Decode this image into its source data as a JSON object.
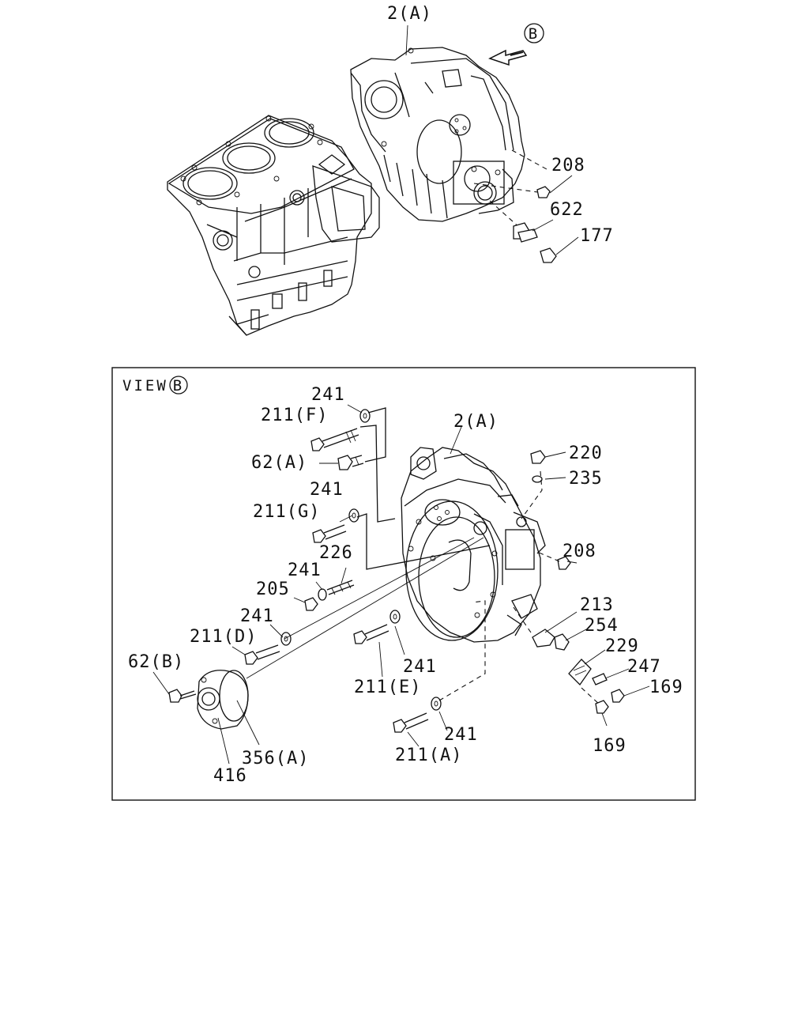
{
  "view_label": "VIEW",
  "view_marker": "B",
  "arrow_marker": "B",
  "top_section": {
    "labels": {
      "housing": "2(A)",
      "p208": "208",
      "p622": "622",
      "p177": "177"
    }
  },
  "view_section": {
    "labels": {
      "housing": "2(A)",
      "p241_a": "241",
      "p211F": "211(F)",
      "p62A": "62(A)",
      "p241_b": "241",
      "p211G": "211(G)",
      "p226": "226",
      "p241_c": "241",
      "p205": "205",
      "p241_d": "241",
      "p211D": "211(D)",
      "p62B": "62(B)",
      "p220": "220",
      "p235": "235",
      "p208": "208",
      "p213": "213",
      "p254": "254",
      "p229": "229",
      "p247": "247",
      "p169_a": "169",
      "p169_b": "169",
      "p241_e": "241",
      "p211E": "211(E)",
      "p241_f": "241",
      "p211A": "211(A)",
      "p356A": "356(A)",
      "p416": "416"
    }
  }
}
